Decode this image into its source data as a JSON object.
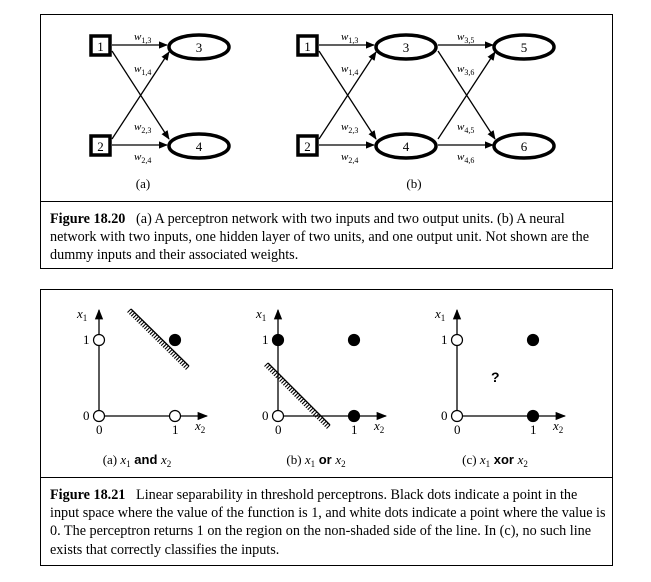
{
  "figure_18_20": {
    "panel_a": {
      "inputs": [
        "1",
        "2"
      ],
      "outputs": [
        "3",
        "4"
      ],
      "weights": [
        {
          "sub": "1,3"
        },
        {
          "sub": "1,4"
        },
        {
          "sub": "2,3"
        },
        {
          "sub": "2,4"
        }
      ],
      "label": "(a)"
    },
    "panel_b": {
      "inputs": [
        "1",
        "2"
      ],
      "hidden": [
        "3",
        "4"
      ],
      "outputs": [
        "5",
        "6"
      ],
      "weights": [
        {
          "sub": "1,3"
        },
        {
          "sub": "1,4"
        },
        {
          "sub": "2,3"
        },
        {
          "sub": "2,4"
        },
        {
          "sub": "3,5"
        },
        {
          "sub": "3,6"
        },
        {
          "sub": "4,5"
        },
        {
          "sub": "4,6"
        }
      ],
      "label": "(b)"
    },
    "weight_symbol": "w",
    "caption_title": "Figure 18.20",
    "caption_text": "(a) A perceptron network with two inputs and two output units. (b) A neural network with two inputs, one hidden layer of two units, and one output unit. Not shown are the dummy inputs and their associated weights."
  },
  "figure_18_21": {
    "axis_x_label": "x",
    "axis_x_sub": "2",
    "axis_y_label": "x",
    "axis_y_sub": "1",
    "tick_zero": "0",
    "tick_one": "1",
    "plots": [
      {
        "label_prefix": "(a) ",
        "label_var1": "x",
        "label_sub1": "1",
        "label_op": "and",
        "label_var2": "x",
        "label_sub2": "2",
        "points": [
          {
            "x1": 0,
            "x2": 0,
            "value": 0
          },
          {
            "x1": 0,
            "x2": 1,
            "value": 0
          },
          {
            "x1": 1,
            "x2": 0,
            "value": 0
          },
          {
            "x1": 1,
            "x2": 1,
            "value": 1
          }
        ],
        "has_line": true
      },
      {
        "label_prefix": "(b) ",
        "label_var1": "x",
        "label_sub1": "1",
        "label_op": "or",
        "label_var2": "x",
        "label_sub2": "2",
        "points": [
          {
            "x1": 0,
            "x2": 0,
            "value": 0
          },
          {
            "x1": 0,
            "x2": 1,
            "value": 1
          },
          {
            "x1": 1,
            "x2": 0,
            "value": 1
          },
          {
            "x1": 1,
            "x2": 1,
            "value": 1
          }
        ],
        "has_line": true
      },
      {
        "label_prefix": "(c) ",
        "label_var1": "x",
        "label_sub1": "1",
        "label_op": "xor",
        "label_var2": "x",
        "label_sub2": "2",
        "points": [
          {
            "x1": 0,
            "x2": 0,
            "value": 0
          },
          {
            "x1": 0,
            "x2": 1,
            "value": 1
          },
          {
            "x1": 1,
            "x2": 0,
            "value": 0
          },
          {
            "x1": 1,
            "x2": 1,
            "value": 1
          }
        ],
        "has_line": false,
        "question": "?"
      }
    ],
    "caption_title": "Figure 18.21",
    "caption_text": "Linear separability in threshold perceptrons. Black dots indicate a point in the input space where the value of the function is 1, and white dots indicate a point where the value is 0. The perceptron returns 1 on the region on the non-shaded side of the line. In (c), no such line exists that correctly classifies the inputs."
  }
}
